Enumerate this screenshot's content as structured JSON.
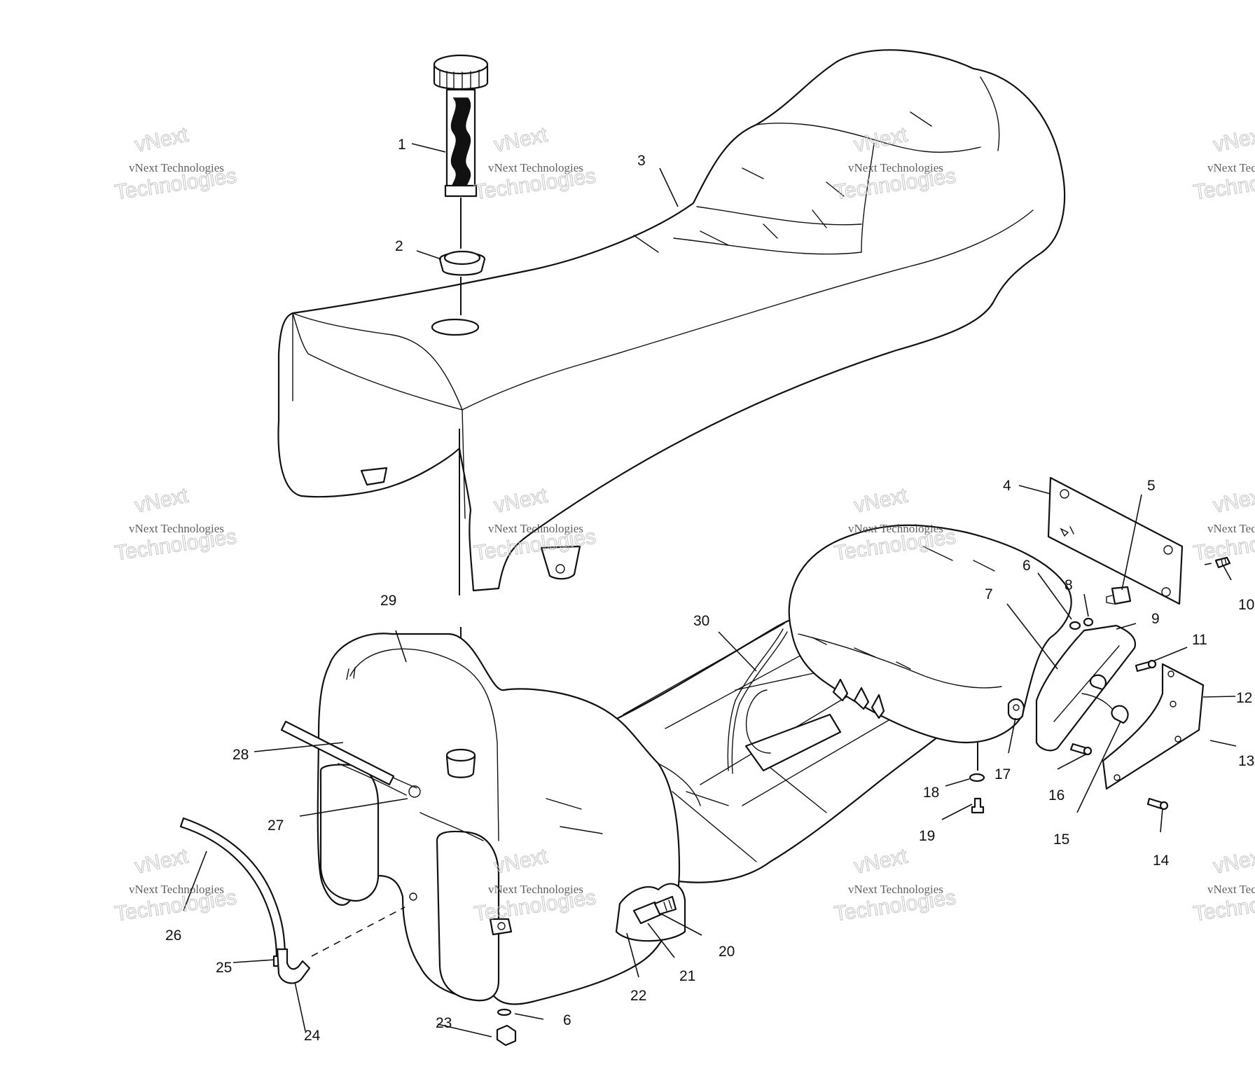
{
  "diagram": {
    "callouts": [
      "1",
      "2",
      "3",
      "4",
      "5",
      "6",
      "7",
      "8",
      "9",
      "10",
      "11",
      "12",
      "13",
      "14",
      "15",
      "16",
      "17",
      "18",
      "19",
      "20",
      "21",
      "22",
      "23",
      "24",
      "25",
      "26",
      "27",
      "28",
      "29",
      "30"
    ],
    "extra_callouts": {
      "6b": "6"
    }
  },
  "watermark": {
    "small": "vNext Technologies",
    "arc": "vNext",
    "big": "Technologies"
  }
}
